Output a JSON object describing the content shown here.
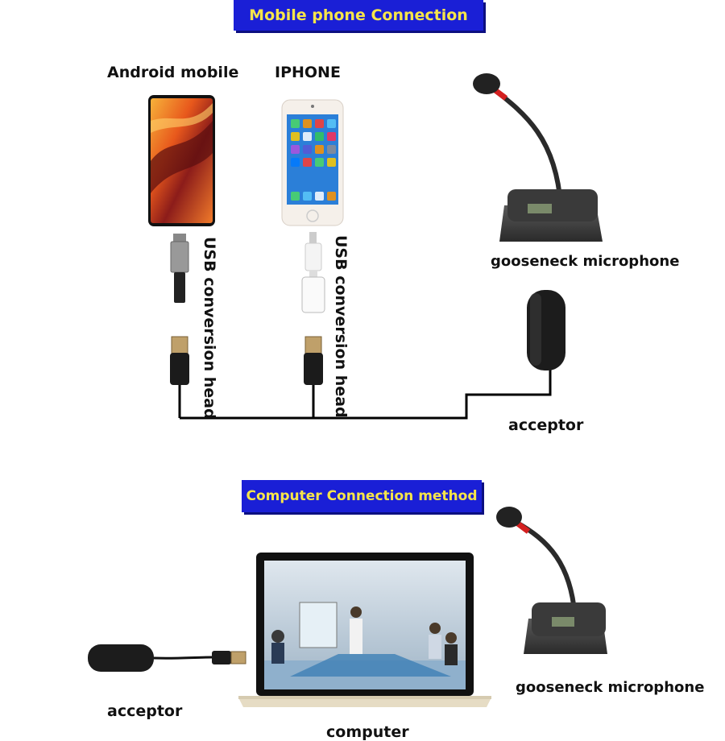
{
  "mobile_section": {
    "banner": "Mobile phone Connection",
    "android_label": "Android mobile",
    "iphone_label": "IPHONE",
    "usb_label_1": "USB conversion head",
    "usb_label_2": "USB conversion head",
    "gooseneck_label": "gooseneck microphone",
    "acceptor_label": "acceptor"
  },
  "computer_section": {
    "banner": "Computer Connection method",
    "acceptor_label": "acceptor",
    "computer_label": "computer",
    "gooseneck_label": "gooseneck microphone"
  },
  "colors": {
    "banner_bg": "#1a1fd6",
    "banner_text": "#f6e54a",
    "cable": "#000000",
    "mic_accent": "#d42020"
  }
}
